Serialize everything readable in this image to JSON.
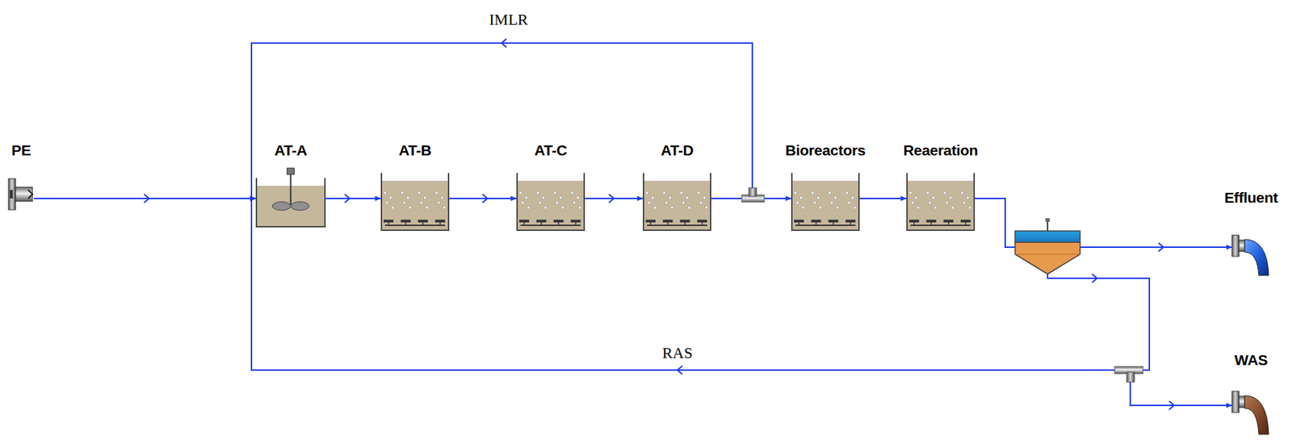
{
  "diagram": {
    "nodes": [
      {
        "text": [
          "PE"
        ]
      },
      {
        "text": [
          "AT-A"
        ]
      },
      {
        "text": [
          "AT-B"
        ]
      },
      {
        "text": [
          "AT-C"
        ]
      },
      {
        "text": [
          "AT-D"
        ]
      },
      {
        "text": [
          "Bioreactors"
        ]
      },
      {
        "text": [
          "Reaeration"
        ]
      },
      {
        "text": [
          "Effluent"
        ]
      },
      {
        "text": [
          "WAS"
        ]
      }
    ],
    "edges": [
      {
        "from": 0,
        "to": 1,
        "arrow": "to"
      },
      {
        "from": 1,
        "to": 2,
        "arrow": "to"
      },
      {
        "from": 2,
        "to": 3,
        "arrow": "to"
      },
      {
        "from": 3,
        "to": 4,
        "arrow": "to"
      },
      {
        "from": 4,
        "to": 5,
        "arrow": "to"
      },
      {
        "from": 5,
        "to": 6,
        "arrow": "to"
      },
      {
        "from": 4,
        "to": 1,
        "label": "IMLR",
        "arrow": "to"
      },
      {
        "from": 6,
        "to": 7,
        "arrow": "to"
      },
      {
        "from": 6,
        "to": 8,
        "arrow": "to"
      },
      {
        "from": 6,
        "to": 1,
        "label": "RAS",
        "arrow": "to"
      }
    ]
  }
}
